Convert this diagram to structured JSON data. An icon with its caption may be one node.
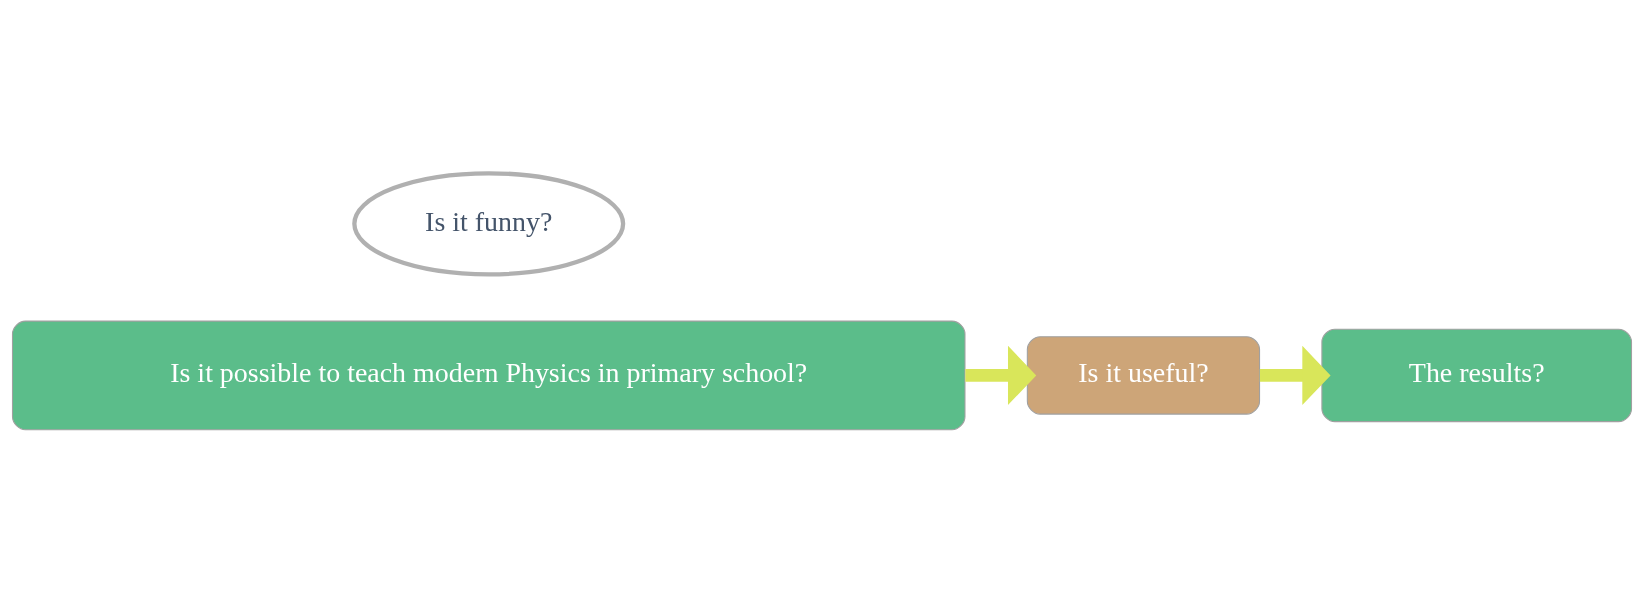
{
  "diagram": {
    "nodes": [
      {
        "text": [
          "Is it possible to teach modern Physics in primary school?"
        ]
      },
      {
        "text": [
          "Is it funny?"
        ]
      },
      {
        "text": [
          "Is it useful?"
        ]
      },
      {
        "text": [
          "The results?"
        ]
      }
    ],
    "edges": [
      {
        "from": 0,
        "to": 2,
        "arrow": "to"
      },
      {
        "from": 2,
        "to": 3,
        "arrow": "to"
      }
    ]
  }
}
